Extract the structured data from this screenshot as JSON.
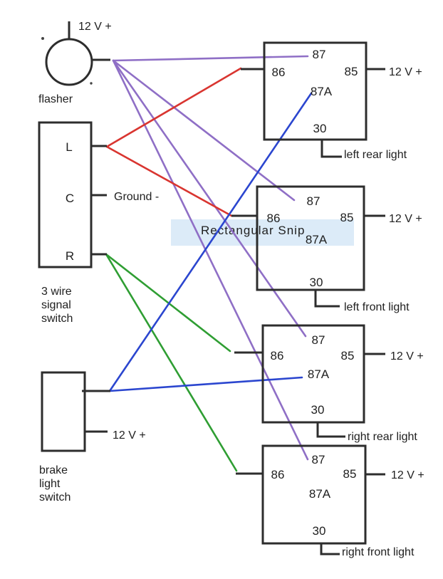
{
  "watermark": {
    "text": "Rectangular Snip"
  },
  "colors": {
    "wire_purple": "#8f6fc6",
    "wire_red": "#d93530",
    "wire_green": "#2f9e33",
    "wire_blue": "#2b46cf",
    "outline": "#2d2d2d",
    "watermark_bg": "#dcebf8",
    "watermark_text": "#a9c2e2"
  },
  "flasher": {
    "power_label": "12 V +",
    "label": "flasher"
  },
  "signal_switch": {
    "pins": [
      "L",
      "C",
      "R"
    ],
    "ground_label": "Ground -",
    "label_lines": [
      "3 wire",
      "signal",
      "switch"
    ]
  },
  "brake_switch": {
    "power_label": "12 V +",
    "label_lines": [
      "brake",
      "light",
      "switch"
    ]
  },
  "relays": [
    {
      "pins": {
        "p87": "87",
        "p86": "86",
        "p85": "85",
        "p87a": "87A",
        "p30": "30"
      },
      "power_label": "12 V +",
      "light_label": "left rear light"
    },
    {
      "pins": {
        "p87": "87",
        "p86": "86",
        "p85": "85",
        "p87a": "87A",
        "p30": "30"
      },
      "power_label": "12 V +",
      "light_label": "left front light"
    },
    {
      "pins": {
        "p87": "87",
        "p86": "86",
        "p85": "85",
        "p87a": "87A",
        "p30": "30"
      },
      "power_label": "12 V +",
      "light_label": "right rear light"
    },
    {
      "pins": {
        "p87": "87",
        "p86": "86",
        "p85": "85",
        "p87a": "87A",
        "p30": "30"
      },
      "power_label": "12 V +",
      "light_label": "right front light"
    }
  ],
  "wires": [
    {
      "color": "purple",
      "from": "flasher output",
      "to": "relay-1 pin 87"
    },
    {
      "color": "purple",
      "from": "flasher output",
      "to": "relay-2 pin 87"
    },
    {
      "color": "purple",
      "from": "flasher output",
      "to": "relay-3 pin 87"
    },
    {
      "color": "purple",
      "from": "flasher output",
      "to": "relay-4 pin 87"
    },
    {
      "color": "red",
      "from": "signal switch L",
      "to": "relay-1 pin 86"
    },
    {
      "color": "red",
      "from": "signal switch L",
      "to": "relay-2 pin 86"
    },
    {
      "color": "green",
      "from": "signal switch R",
      "to": "relay-3 pin 86"
    },
    {
      "color": "green",
      "from": "signal switch R",
      "to": "relay-4 pin 86"
    },
    {
      "color": "blue",
      "from": "brake light switch",
      "to": "relay-1 pin 87A"
    },
    {
      "color": "blue",
      "from": "brake light switch",
      "to": "relay-3 pin 87A"
    }
  ]
}
